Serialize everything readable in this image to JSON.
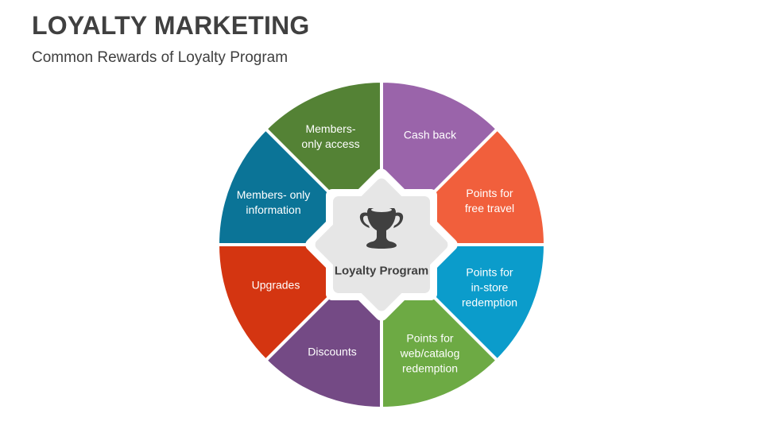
{
  "header": {
    "title": "LOYALTY MARKETING",
    "subtitle": "Common Rewards of Loyalty Program"
  },
  "center": {
    "label": "Loyalty Program",
    "icon": "trophy-icon",
    "color": "#e6e6e6",
    "text_color": "#404040"
  },
  "segments": [
    {
      "label": "Members- only access",
      "line1": "Members-",
      "line2": "only access",
      "color": "#548235"
    },
    {
      "label": "Cash back",
      "line1": "Cash back",
      "color": "#9a64aa"
    },
    {
      "label": "Points for free travel",
      "line1": "Points for",
      "line2": "free travel",
      "color": "#f15f3c"
    },
    {
      "label": "Points for in-store redemption",
      "line1": "Points for",
      "line2": "in-store",
      "line3": "redemption",
      "color": "#0b9ccb"
    },
    {
      "label": "Points for web/catalog redemption",
      "line1": "Points for",
      "line2": "web/catalog",
      "line3": "redemption",
      "color": "#6daa44"
    },
    {
      "label": "Discounts",
      "line1": "Discounts",
      "color": "#744a85"
    },
    {
      "label": "Upgrades",
      "line1": "Upgrades",
      "color": "#d43511"
    },
    {
      "label": "Members- only information",
      "line1": "Members- only",
      "line2": "information",
      "color": "#0b7497"
    }
  ]
}
